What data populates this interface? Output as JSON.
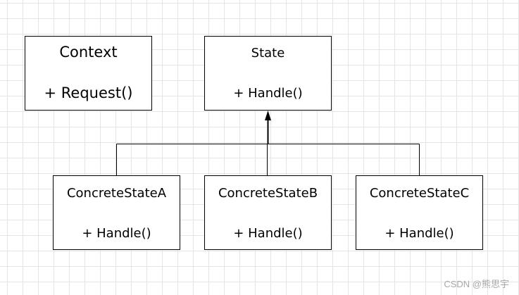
{
  "diagram": {
    "context": {
      "title": "Context",
      "method": "+ Request()"
    },
    "state": {
      "title": "State",
      "method": "+ Handle()"
    },
    "concrete_states": [
      {
        "title": "ConcreteStateA",
        "method": "+ Handle()"
      },
      {
        "title": "ConcreteStateB",
        "method": "+ Handle()"
      },
      {
        "title": "ConcreteStateC",
        "method": "+ Handle()"
      }
    ]
  },
  "watermark": "CSDN @熊思宇",
  "colors": {
    "line": "#000000",
    "grid": "#e4e4e4",
    "background": "#ffffff"
  }
}
